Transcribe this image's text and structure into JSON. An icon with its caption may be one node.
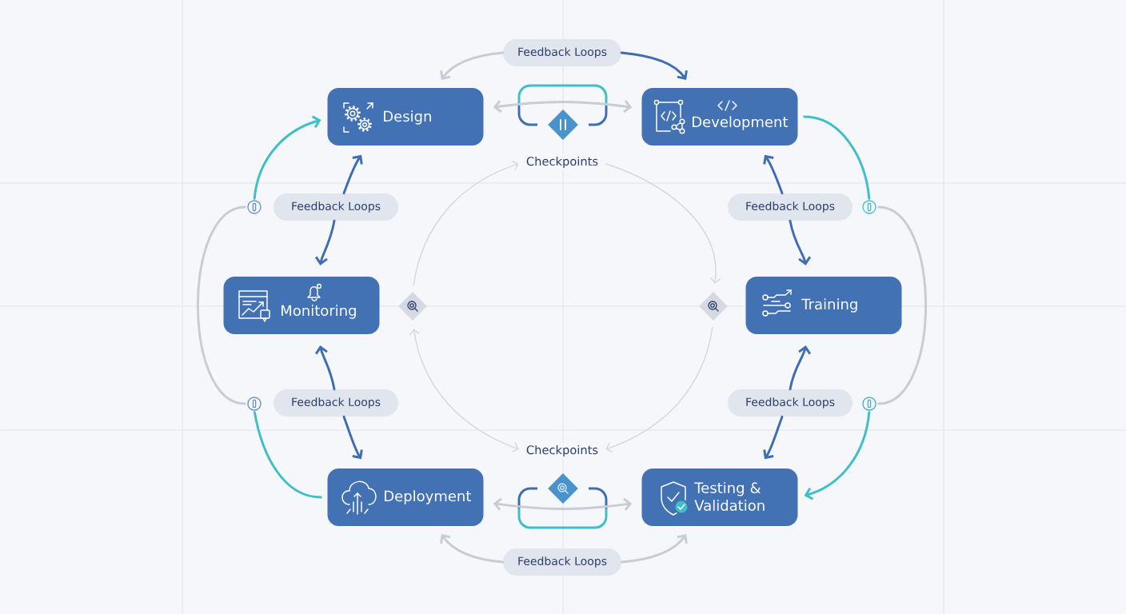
{
  "diagram": {
    "nodes": [
      {
        "text": [
          "Feedback Loops"
        ]
      },
      {
        "text": [
          "Design"
        ]
      },
      {
        "text": [],
        "shape": "diamond"
      },
      {
        "text": [
          "Development"
        ]
      },
      {
        "text": [
          "Checkpoints"
        ]
      },
      {
        "text": [],
        "shape": "circle"
      },
      {
        "text": [
          "Feedback Loops"
        ]
      },
      {
        "text": [
          "Feedback Loops"
        ]
      },
      {
        "text": [],
        "shape": "circle"
      },
      {
        "text": [
          "Monitoring"
        ]
      },
      {
        "text": [],
        "shape": "diamond"
      },
      {
        "text": [],
        "shape": "diamond"
      },
      {
        "text": [
          "Training"
        ]
      },
      {
        "text": [],
        "shape": "circle"
      },
      {
        "text": [
          "Feedback Loops"
        ]
      },
      {
        "text": [
          "Feedback Loops"
        ]
      },
      {
        "text": [],
        "shape": "circle"
      },
      {
        "text": [
          "Checkpoints"
        ]
      },
      {
        "text": [
          "Deployment"
        ]
      },
      {
        "text": [],
        "shape": "diamond"
      },
      {
        "text": [
          "Testing & Validation"
        ]
      },
      {
        "text": [
          "Feedback Loops"
        ]
      }
    ],
    "edges": [
      {
        "from": 0,
        "to": 1,
        "arrow": "to",
        "color": "#c9ccd4"
      },
      {
        "from": 0,
        "to": 3,
        "arrow": "to"
      },
      {
        "from": 1,
        "to": 3,
        "arrow": "both",
        "color": "#c9ccd4"
      },
      {
        "from": 6,
        "to": 1,
        "arrow": "to"
      },
      {
        "from": 6,
        "to": 9,
        "arrow": "to"
      },
      {
        "from": 7,
        "to": 3,
        "arrow": "to"
      },
      {
        "from": 7,
        "to": 12,
        "arrow": "to"
      },
      {
        "from": 14,
        "to": 9,
        "arrow": "to"
      },
      {
        "from": 14,
        "to": 18,
        "arrow": "to"
      },
      {
        "from": 15,
        "to": 12,
        "arrow": "to"
      },
      {
        "from": 15,
        "to": 20,
        "arrow": "to"
      },
      {
        "from": 18,
        "to": 20,
        "arrow": "both",
        "color": "#c9ccd4"
      },
      {
        "from": 21,
        "to": 18,
        "arrow": "to",
        "color": "#c9ccd4"
      },
      {
        "from": 21,
        "to": 20,
        "arrow": "to",
        "color": "#c9ccd4"
      },
      {
        "from": 10,
        "to": 4,
        "arrow": "to",
        "color": "#d5d8df"
      },
      {
        "from": 4,
        "to": 11,
        "arrow": "to",
        "color": "#d5d8df"
      },
      {
        "from": 11,
        "to": 17,
        "arrow": "to",
        "color": "#d5d8df"
      },
      {
        "from": 17,
        "to": 10,
        "arrow": "both",
        "color": "#d5d8df"
      },
      {
        "from": 5,
        "to": 1,
        "arrow": "to",
        "color": "#3dbfc8"
      },
      {
        "from": 13,
        "to": 5,
        "arrow": "none",
        "color": "#c9ccd4"
      },
      {
        "from": 18,
        "to": 13,
        "arrow": "none",
        "color": "#3dbfc8"
      },
      {
        "from": 3,
        "to": 8,
        "arrow": "none",
        "color": "#3dbfc8"
      },
      {
        "from": 8,
        "to": 16,
        "arrow": "none",
        "color": "#c9ccd4"
      },
      {
        "from": 16,
        "to": 20,
        "arrow": "to",
        "color": "#3dbfc8"
      }
    ]
  }
}
